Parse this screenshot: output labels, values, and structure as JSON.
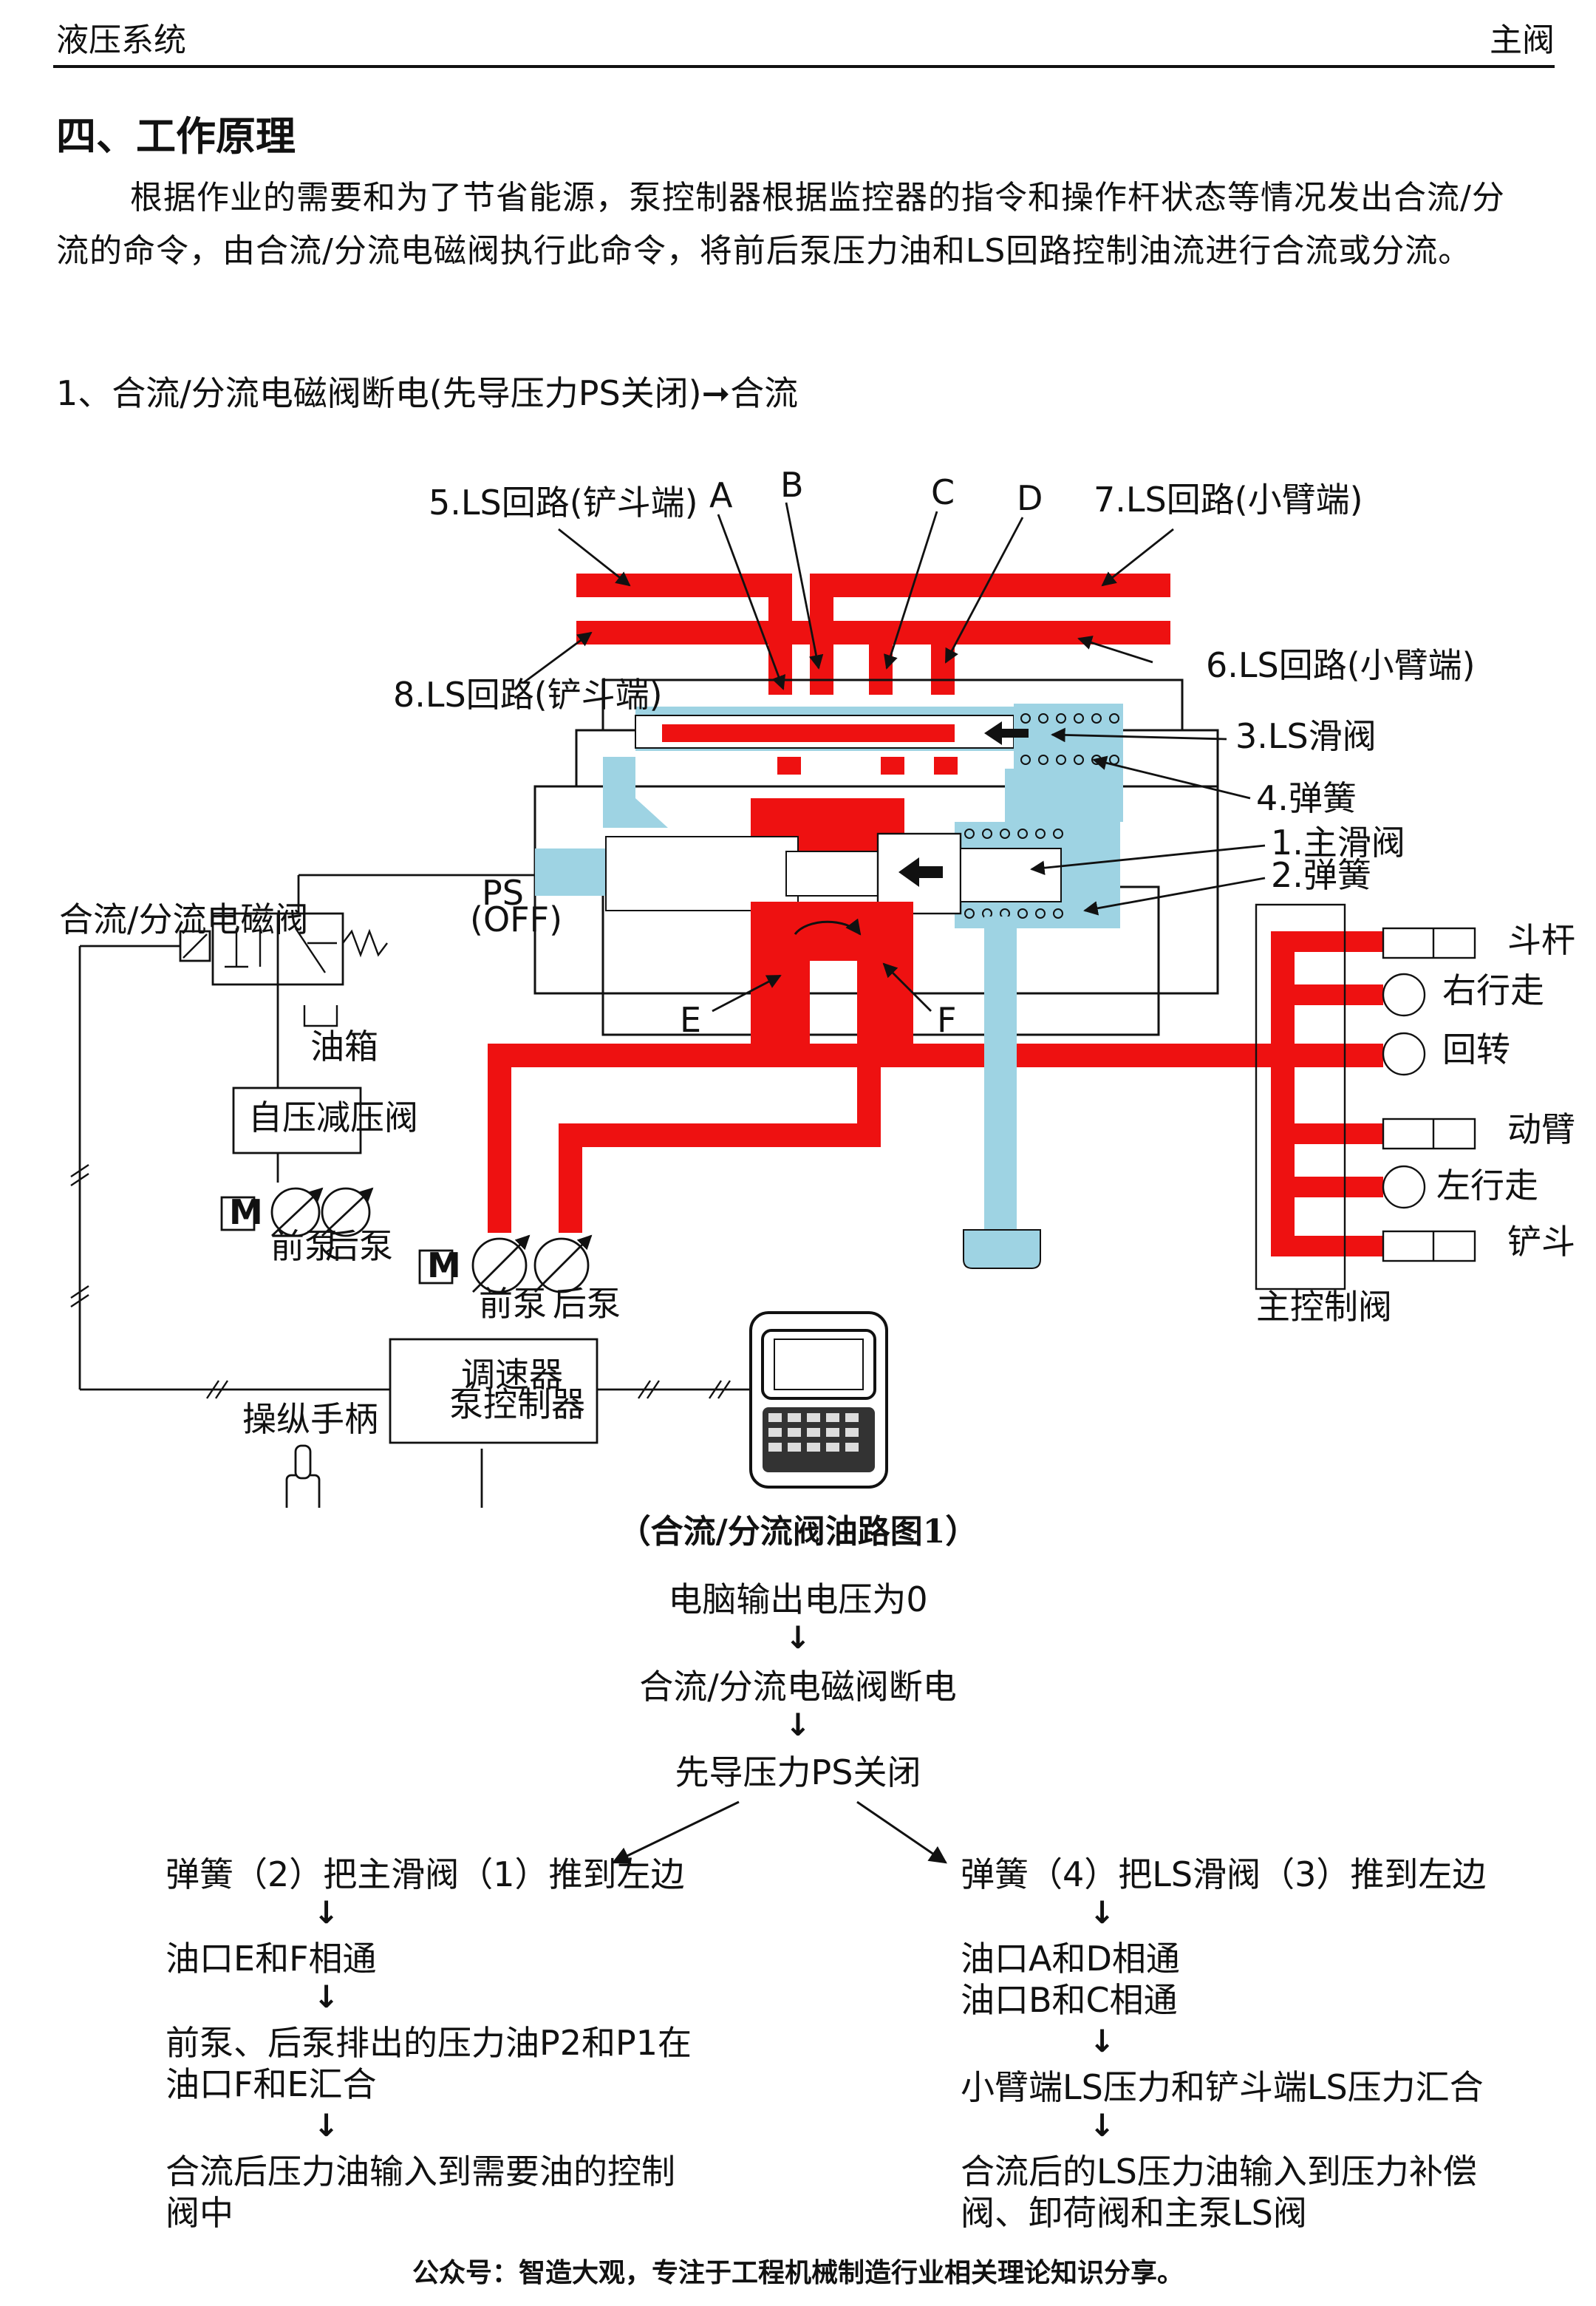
{
  "header": {
    "left": "液压系统",
    "right": "主阀"
  },
  "section_title": "四、工作原理",
  "intro_paragraph": "根据作业的需要和为了节省能源，泵控制器根据监控器的指令和操作杆状态等情况发出合流/分流的命令，由合流/分流电磁阀执行此命令，将前后泵压力油和LS回路控制油流进行合流或分流。",
  "subheading": "1、合流/分流电磁阀断电(先导压力PS关闭)➞合流",
  "diagram": {
    "labels": {
      "ls5": "5.LS回路(铲斗端)",
      "ls7": "7.LS回路(小臂端)",
      "ls6": "6.LS回路(小臂端)",
      "ls8": "8.LS回路(铲斗端)",
      "ls_spool": "3.LS滑阀",
      "spring4": "4.弹簧",
      "main_spool": "1.主滑阀",
      "spring2": "2.弹簧",
      "port_a": "A",
      "port_b": "B",
      "port_c": "C",
      "port_d": "D",
      "port_e": "E",
      "port_f": "F",
      "ps": "PS",
      "ps_state": "(OFF)",
      "solenoid": "合流/分流电磁阀",
      "tank": "油箱",
      "reducer": "自压减压阀",
      "motor": "M",
      "front_pump": "前泵",
      "rear_pump": "后泵",
      "controller_line1": "调速器",
      "controller_line2": "泵控制器",
      "joystick": "操纵手柄",
      "arm": "斗杆",
      "right_travel": "右行走",
      "swing": "回转",
      "boom": "动臂",
      "left_travel": "左行走",
      "bucket": "铲斗",
      "main_control_valve": "主控制阀"
    },
    "colors": {
      "pressure_oil": "#ee1111",
      "tank_oil": "#9ed3e3"
    }
  },
  "caption": "（合流/分流阀油路图1）",
  "flow": {
    "step1": "电脑输出电压为0",
    "step2": "合流/分流电磁阀断电",
    "step3": "先导压力PS关闭",
    "left": {
      "s1": "弹簧（2）把主滑阀（1）推到左边",
      "s2": "油口E和F相通",
      "s3_line1": "前泵、后泵排出的压力油P2和P1在",
      "s3_line2": "油口F和E汇合",
      "s4_line1": "合流后压力油输入到需要油的控制",
      "s4_line2": "阀中"
    },
    "right": {
      "s1": "弹簧（4）把LS滑阀（3）推到左边",
      "s2_line1": "油口A和D相通",
      "s2_line2": "油口B和C相通",
      "s3": "小臂端LS压力和铲斗端LS压力汇合",
      "s4_line1": "合流后的LS压力油输入到压力补偿",
      "s4_line2": "阀、卸荷阀和主泵LS阀"
    },
    "arrow_glyph": "↓"
  },
  "footer": "公众号：智造大观，专注于工程机械制造行业相关理论知识分享。"
}
